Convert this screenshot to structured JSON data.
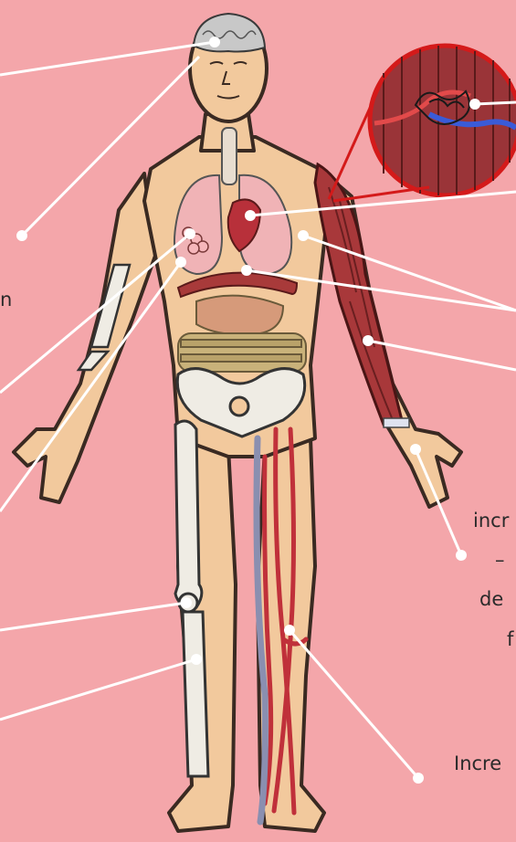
{
  "labels": {
    "left_fragment": "n",
    "right_1": "incr",
    "right_2": "–",
    "right_3": "de",
    "right_4": "f",
    "bottom_right": "Incre"
  }
}
